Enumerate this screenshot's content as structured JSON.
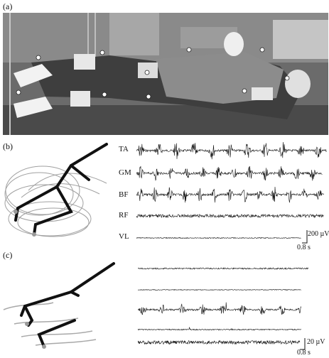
{
  "panels": {
    "a": "(a)",
    "b": "(b)",
    "c": "(c)"
  },
  "panel_b": {
    "channels": [
      "TA",
      "GM",
      "BF",
      "RF",
      "VL"
    ],
    "scale_amplitude": "200 µV",
    "scale_time": "0.8 s"
  },
  "panel_c": {
    "scale_amplitude": "20 µV",
    "scale_time": "0.8 s"
  },
  "colors": {
    "trace": "#111111",
    "stick": "#111111",
    "trail": "#9a9a9a",
    "photo_bg": "#6d6d6d"
  }
}
